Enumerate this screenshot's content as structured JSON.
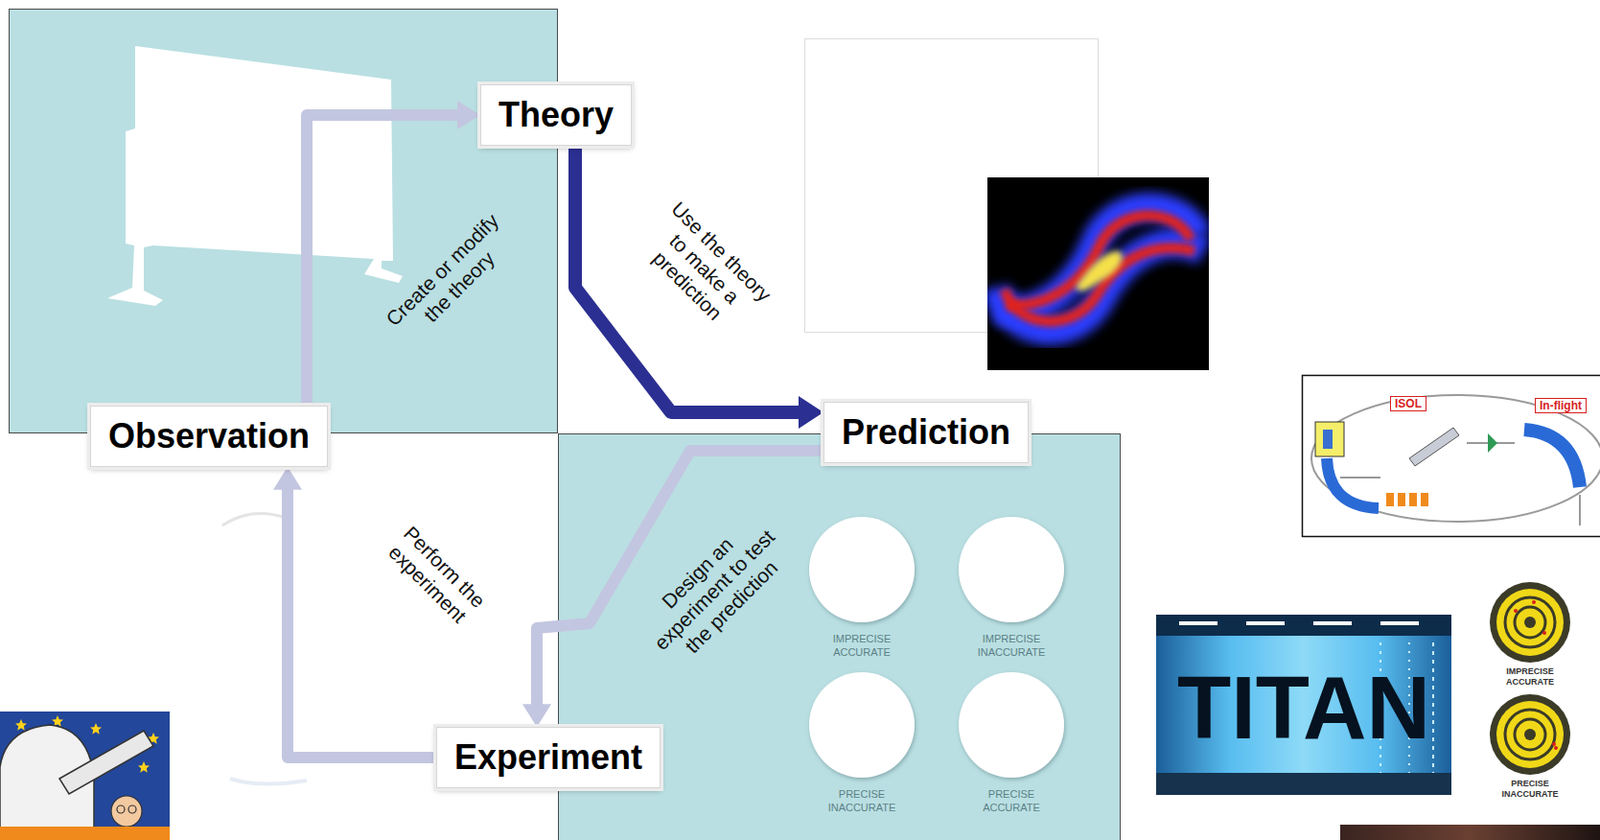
{
  "diagram": {
    "nodes": [
      {
        "text": [
          "Theory"
        ]
      },
      {
        "text": [
          "Prediction"
        ]
      },
      {
        "text": [
          "Observation"
        ]
      },
      {
        "text": [
          "Experiment"
        ]
      }
    ],
    "edges": [
      {
        "from": 0,
        "to": 1,
        "arrow": "to",
        "label": "Use the theory to make a prediction"
      },
      {
        "from": 1,
        "to": 3,
        "arrow": "to",
        "label": "Design an experiment to test the prediction"
      },
      {
        "from": 3,
        "to": 2,
        "arrow": "to",
        "label": "Perform the experiment"
      },
      {
        "from": 2,
        "to": 0,
        "arrow": "to",
        "label": "Create or modify the theory"
      }
    ],
    "labels": [
      "ISOL",
      "In-flight",
      "IMPRECISE ACCURATE",
      "IMPRECISE INACCURATE",
      "IMPRECISE ACCURATE",
      "TITAN",
      "PRECISE INACCURATE",
      "PRECISE ACCURATE",
      "PRECISE INACCURATE"
    ]
  }
}
